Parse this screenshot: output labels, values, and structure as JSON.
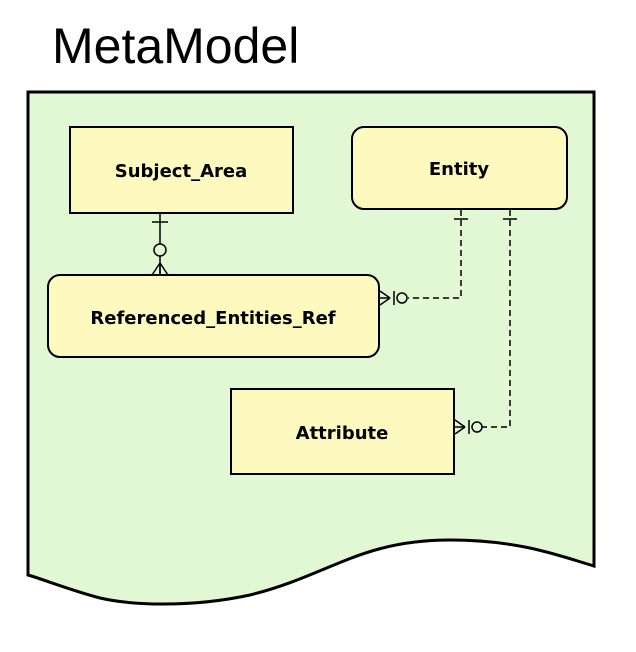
{
  "title": "MetaModel",
  "colors": {
    "document_fill": "#e2f8d5",
    "entity_fill": "#fdf9bf",
    "stroke": "#000000"
  },
  "entities": {
    "subject_area": "Subject_Area",
    "entity": "Entity",
    "referenced_entities_ref": "Referenced_Entities_Ref",
    "attribute": "Attribute"
  },
  "relationships": [
    {
      "from": "Subject_Area",
      "to": "Referenced_Entities_Ref",
      "line": "solid",
      "from_end": "one",
      "to_end": "zero-or-many"
    },
    {
      "from": "Entity",
      "to": "Referenced_Entities_Ref",
      "line": "dashed",
      "from_end": "one",
      "to_end": "zero-or-many"
    },
    {
      "from": "Entity",
      "to": "Attribute",
      "line": "dashed",
      "from_end": "one",
      "to_end": "zero-or-many"
    }
  ]
}
